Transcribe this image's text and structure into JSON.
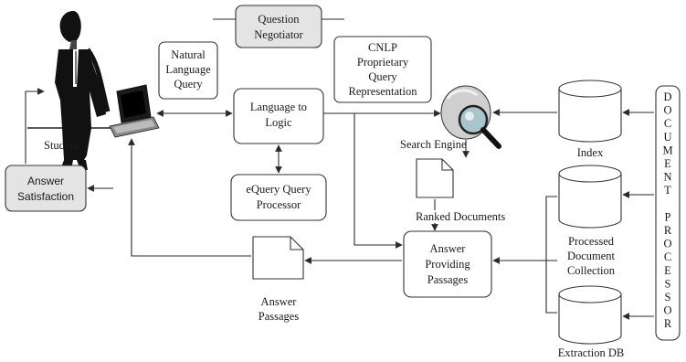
{
  "nodes": {
    "question_negotiator": [
      "Question",
      "Negotiator"
    ],
    "natural_language_query": [
      "Natural",
      "Language",
      "Query"
    ],
    "language_to_logic": [
      "Language to",
      "Logic"
    ],
    "cnlp": [
      "CNLP",
      "Proprietary",
      "Query",
      "Representation"
    ],
    "equery": [
      "eQuery Query",
      "Processor"
    ],
    "search_engine": "Search Engine",
    "index": "Index",
    "ranked_documents": "Ranked Documents",
    "processed_collection": [
      "Processed",
      "Document",
      "Collection"
    ],
    "extraction_db": "Extraction DB",
    "answer_providing": [
      "Answer",
      "Providing",
      "Passages"
    ],
    "answer_passages": [
      "Answer",
      "Passages"
    ],
    "student": "Student",
    "answer_satisfaction": [
      "Answer",
      "Satisfaction"
    ],
    "document_processor": [
      "D",
      "O",
      "C",
      "U",
      "M",
      "E",
      "N",
      "T",
      "",
      "P",
      "R",
      "O",
      "C",
      "E",
      "S",
      "S",
      "O",
      "R"
    ]
  },
  "colors": {
    "gray_box": "#e4e4e4",
    "line": "#2a2a2a"
  }
}
